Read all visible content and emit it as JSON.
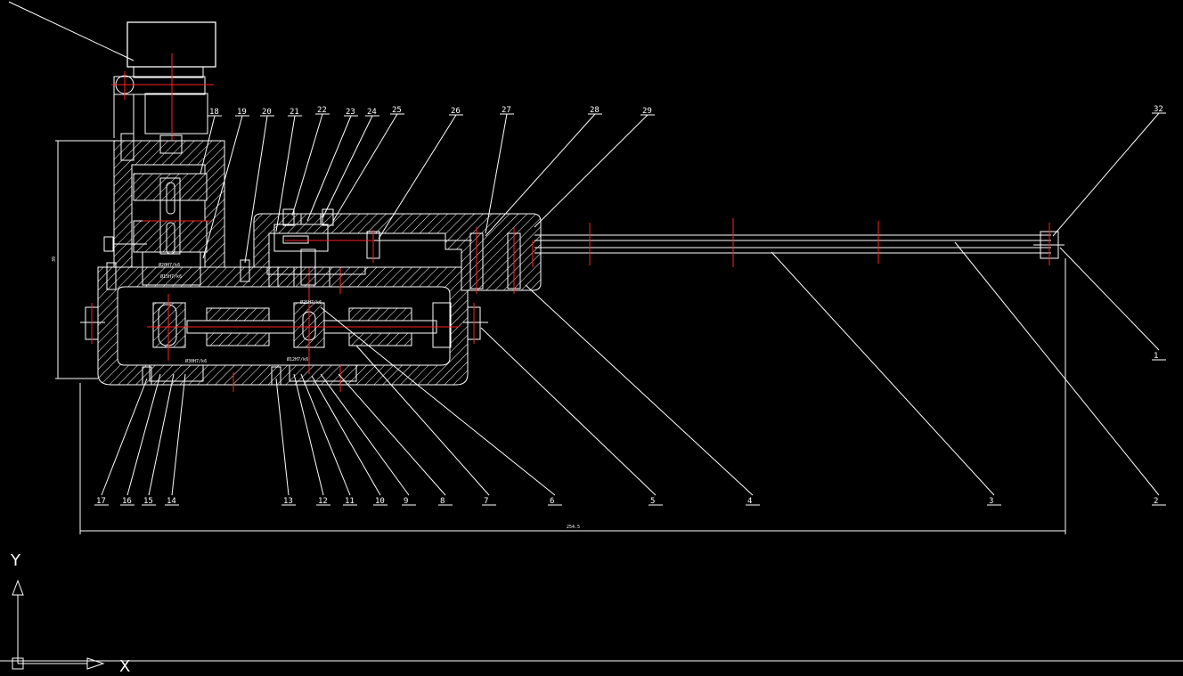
{
  "drawing": {
    "balloons_top": [
      "18",
      "19",
      "20",
      "21",
      "22",
      "23",
      "24",
      "25",
      "26",
      "27",
      "28",
      "29",
      "32"
    ],
    "balloons_bottom": [
      "17",
      "16",
      "15",
      "14",
      "13",
      "12",
      "11",
      "10",
      "9",
      "8",
      "7",
      "6",
      "5",
      "4",
      "3",
      "2"
    ],
    "balloon_right": "1",
    "dim_overall": "254.5",
    "dim_height": "39",
    "fit_notes": [
      "Ø20H7/k6",
      "Ø15H7/k6",
      "Ø30H7/k6",
      "Ø25H7/k6",
      "Ø12H7/k6"
    ]
  },
  "ucs": {
    "y_label": "Y",
    "x_label": "X"
  },
  "colors": {
    "background": "#000000",
    "lines": "#ffffff",
    "centerlines": "#ff2020"
  }
}
